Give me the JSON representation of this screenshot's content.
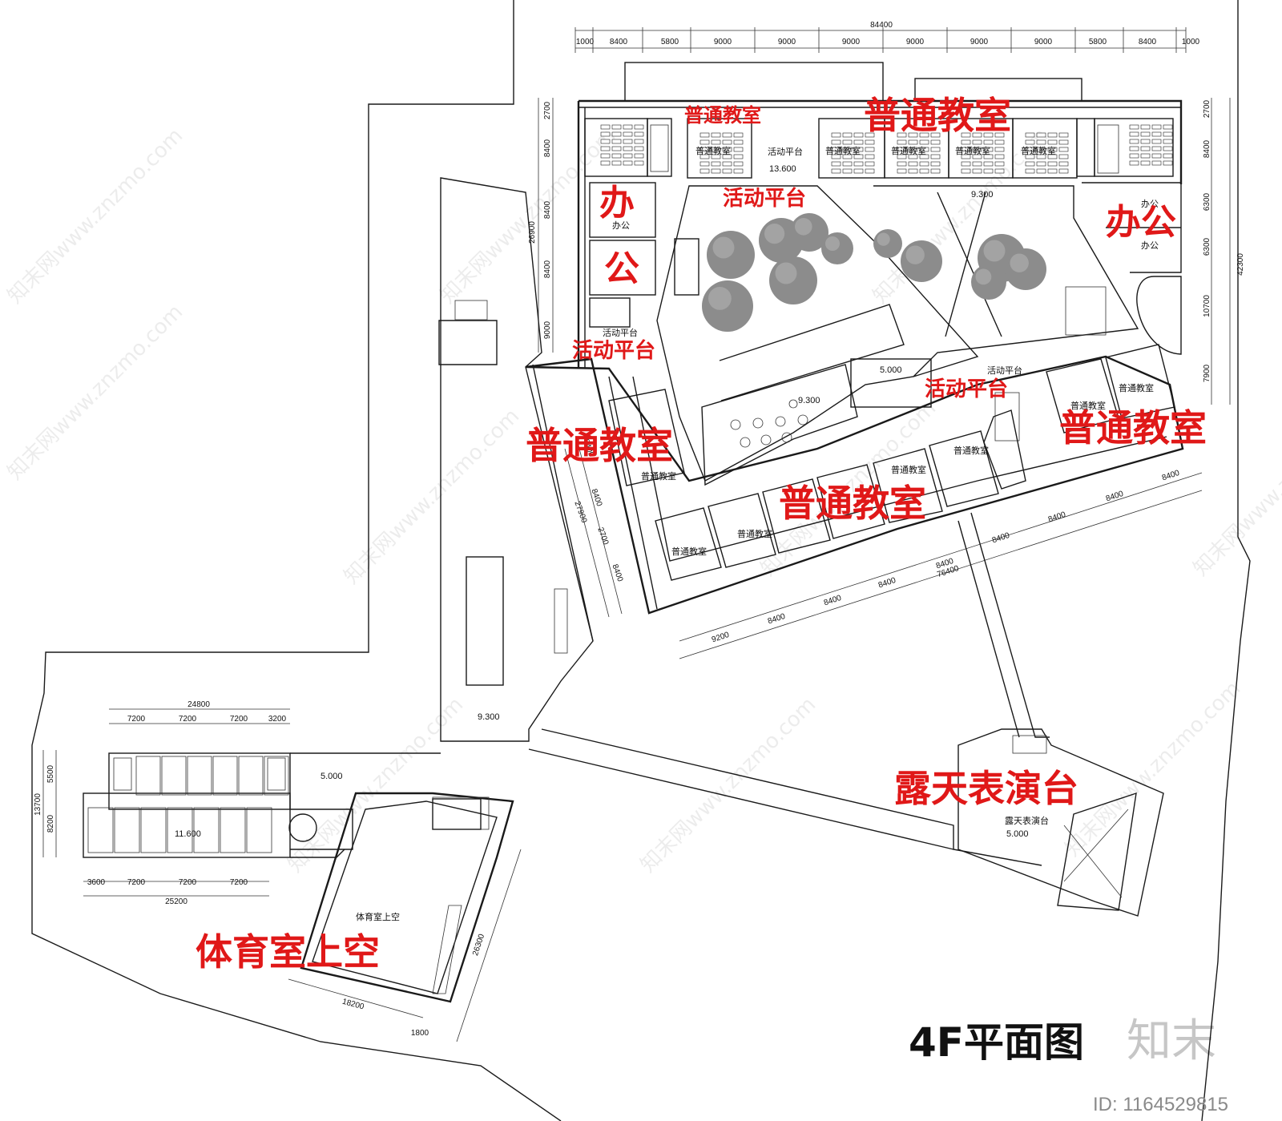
{
  "title": "4F平面图",
  "image_id": "ID: 1164529815",
  "logo_text": "知末",
  "watermark_text": "知末网www.znzmo.com",
  "red_labels": {
    "classroom": "普通教室",
    "office_a": "办",
    "office_b": "公",
    "office": "办公",
    "activity_platform": "活动平台",
    "stage": "露天表演台",
    "gym_void": "体育室上空"
  },
  "room_labels": {
    "classroom": "普通教室",
    "office": "办公",
    "activity_platform": "活动平台",
    "stage": "露天表演台",
    "gym_void": "体育室上空"
  },
  "elevations": {
    "e13600": "13.600",
    "e9300": "9.300",
    "e5000": "5.000",
    "e11600": "11.600"
  },
  "dimensions": {
    "top_total": "84400",
    "top_segments": [
      "1000",
      "8400",
      "5800",
      "9000",
      "9000",
      "9000",
      "9000",
      "9000",
      "9000",
      "5800",
      "8400",
      "1000"
    ],
    "left_total": "26900",
    "left_segments": [
      "2700",
      "8400",
      "8400",
      "8400",
      "9000"
    ],
    "right_total": "42300",
    "right_segments": [
      "2700",
      "8400",
      "6300",
      "6300",
      "10700",
      "7900"
    ],
    "mid_left_total": "27900",
    "mid_left_segments": [
      "8400",
      "8400",
      "2700",
      "8400"
    ],
    "bottom_wing_total": "76400",
    "bottom_wing_segments": [
      "9200",
      "8400",
      "8400",
      "8400",
      "8400",
      "8400",
      "8400",
      "8400",
      "8400"
    ],
    "dorm_top_total": "24800",
    "dorm_top_segments": [
      "7200",
      "7200",
      "7200",
      "3200"
    ],
    "dorm_side_total": "13700",
    "dorm_side_segments": [
      "5500",
      "8200"
    ],
    "dorm_bottom_total": "25200",
    "dorm_bottom_segments": [
      "3600",
      "7200",
      "7200",
      "7200"
    ],
    "gym_width": "18200",
    "gym_depth": "26300",
    "gym_edge": "1800"
  }
}
